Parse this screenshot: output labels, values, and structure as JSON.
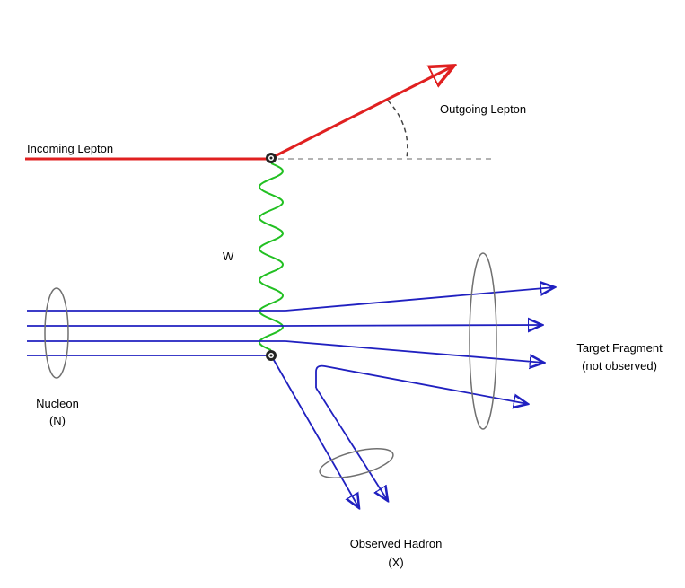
{
  "labels": {
    "incoming_lepton": "Incoming Lepton",
    "outgoing_lepton": "Outgoing Lepton",
    "boson": "W",
    "nucleon_line1": "Nucleon",
    "nucleon_line2": "(N)",
    "target_fragment_line1": "Target Fragment",
    "target_fragment_line2": "(not observed)",
    "observed_hadron_line1": "Observed Hadron",
    "observed_hadron_line2": "(X)"
  },
  "colors": {
    "lepton": "#e02020",
    "boson": "#22c022",
    "quark": "#2020c0",
    "ellipse": "#707070",
    "reference": "#9a9a9a"
  }
}
